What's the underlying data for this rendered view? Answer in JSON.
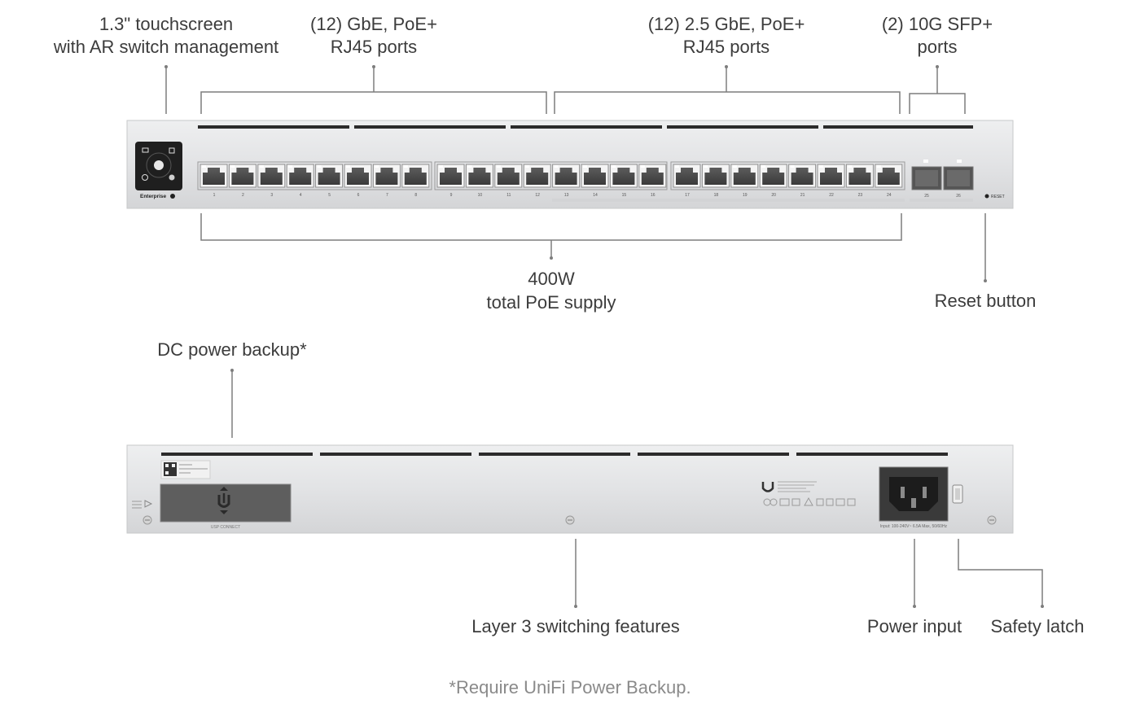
{
  "front_labels": {
    "touchscreen": [
      "1.3\" touchscreen",
      "with AR switch management"
    ],
    "gbe_ports": [
      "(12) GbE, PoE+",
      "RJ45 ports"
    ],
    "mgbe_ports": [
      "(12) 2.5 GbE, PoE+",
      "RJ45 ports"
    ],
    "sfp_ports": [
      "(2) 10G SFP+",
      "ports"
    ],
    "poe_supply": [
      "400W",
      "total PoE supply"
    ],
    "reset": "Reset button"
  },
  "rear_labels": {
    "dc_backup": "DC power backup*",
    "layer3": "Layer 3 switching features",
    "power_input": "Power input",
    "safety_latch": "Safety latch"
  },
  "footnote": "*Require UniFi Power Backup.",
  "device_text": {
    "brand": "Enterprise",
    "reset_small": "RESET",
    "usp_connect": "USP CONNECT",
    "input_rating": "Input: 100-240V~ 6.5A Max, 50/60Hz",
    "sfp_port_numbers": [
      "25",
      "26"
    ]
  },
  "port_numbers": [
    "1",
    "2",
    "3",
    "4",
    "5",
    "6",
    "7",
    "8",
    "9",
    "10",
    "11",
    "12",
    "13",
    "14",
    "15",
    "16",
    "17",
    "18",
    "19",
    "20",
    "21",
    "22",
    "23",
    "24"
  ],
  "colors": {
    "chassis": "#e4e5e7",
    "chassis_edge": "#c9cacc",
    "slot": "#2b2b2b",
    "line": "#7a7a7a",
    "port_dark": "#4a4a4a"
  }
}
